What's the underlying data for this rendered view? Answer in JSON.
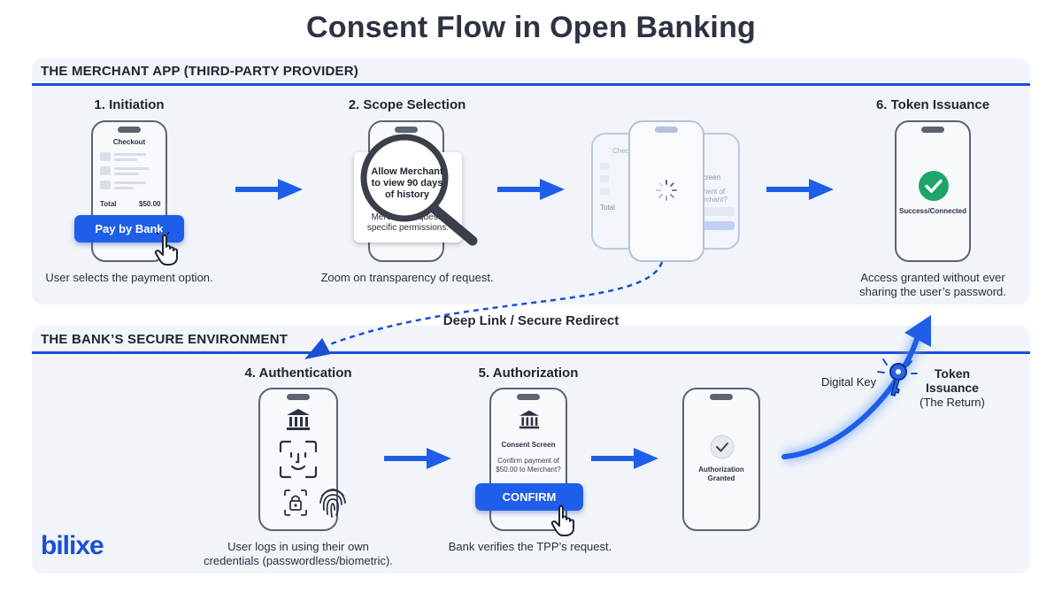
{
  "title": "Consent Flow in Open Banking",
  "top_panel": {
    "heading": "THE MERCHANT APP (THIRD-PARTY PROVIDER)"
  },
  "bottom_panel": {
    "heading": "THE BANK’S SECURE ENVIRONMENT"
  },
  "steps": {
    "initiation": {
      "title": "1. Initiation",
      "screen_title": "Checkout",
      "total_label": "Total",
      "total_value": "$50.00",
      "button": "Pay by Bank",
      "caption": "User selects the payment option."
    },
    "scope": {
      "title": "2. Scope Selection",
      "zoom_text": "Allow Merchant to view 90 days of history",
      "card_text": "Merchant requests specific permissions.",
      "caption": "Zoom on transparency of request."
    },
    "redirect": {
      "screen_left": "Chec",
      "total_label": "Total",
      "screen_right": "n Screen",
      "right_line1": "ayment of",
      "right_line2": "Merchant?",
      "label": "Deep Link / Secure Redirect"
    },
    "token": {
      "title": "6. Token Issuance",
      "status": "Success/Connected",
      "caption_line1": "Access granted without ever",
      "caption_line2": "sharing the user’s password."
    },
    "authentication": {
      "title": "4. Authentication",
      "caption_line1": "User logs in using their own",
      "caption_line2": "credentials (passwordless/biometric)."
    },
    "authorization": {
      "title": "5. Authorization",
      "screen_title": "Consent Screen",
      "screen_line1": "Confirm payment of",
      "screen_line2": "$50.00 to Merchant?",
      "button": "CONFIRM",
      "caption": "Bank verifies the TPP’s request."
    },
    "granted": {
      "status_line1": "Authorization",
      "status_line2": "Granted"
    },
    "return": {
      "key_label": "Digital Key",
      "label_line1": "Token",
      "label_line2": "Issuance",
      "label_line3": "(The Return)"
    }
  },
  "brand": {
    "logo": "bilixe"
  },
  "colors": {
    "accent": "#1b4fd8",
    "arrow": "#1f5ee8",
    "success": "#1fa56a",
    "panel": "#f1f4f8"
  },
  "icons": [
    "cursor-hand-icon",
    "magnifier-icon",
    "spinner-icon",
    "checkmark-icon",
    "bank-icon",
    "face-id-icon",
    "lock-icon",
    "fingerprint-icon",
    "key-icon",
    "arrow-right-icon"
  ]
}
